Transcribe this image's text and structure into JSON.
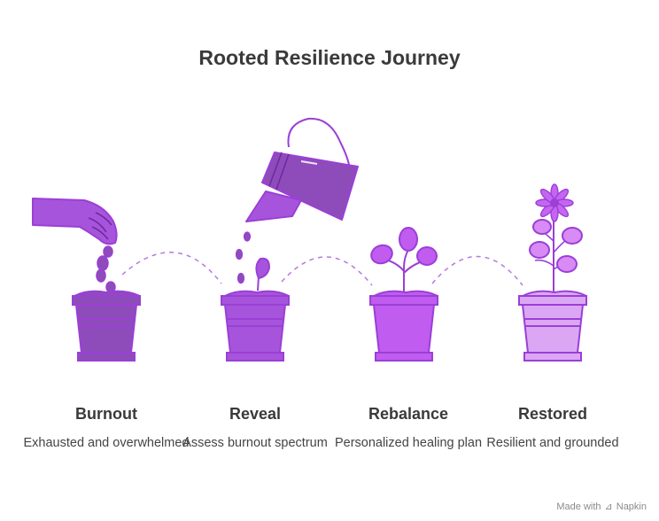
{
  "title": "Rooted Resilience Journey",
  "colors": {
    "stroke": "#9b3fd6",
    "pot_dark": "#8e4cbb",
    "pot_medium": "#a754dc",
    "pot_bright": "#c05cf0",
    "pot_light": "#dba7f4",
    "plant": "#c565f2",
    "connector": "#b57ae0"
  },
  "stages": [
    {
      "label": "Burnout",
      "description": "Exhausted and overwhelmed",
      "icon": "hand-dropping-seeds-icon"
    },
    {
      "label": "Reveal",
      "description": "Assess burnout spectrum",
      "icon": "watering-can-icon"
    },
    {
      "label": "Rebalance",
      "description": "Personalized healing plan",
      "icon": "sprouting-plant-icon"
    },
    {
      "label": "Restored",
      "description": "Resilient and grounded",
      "icon": "flowering-plant-icon"
    }
  ],
  "watermark": {
    "text": "Made with",
    "brand": "Napkin"
  }
}
